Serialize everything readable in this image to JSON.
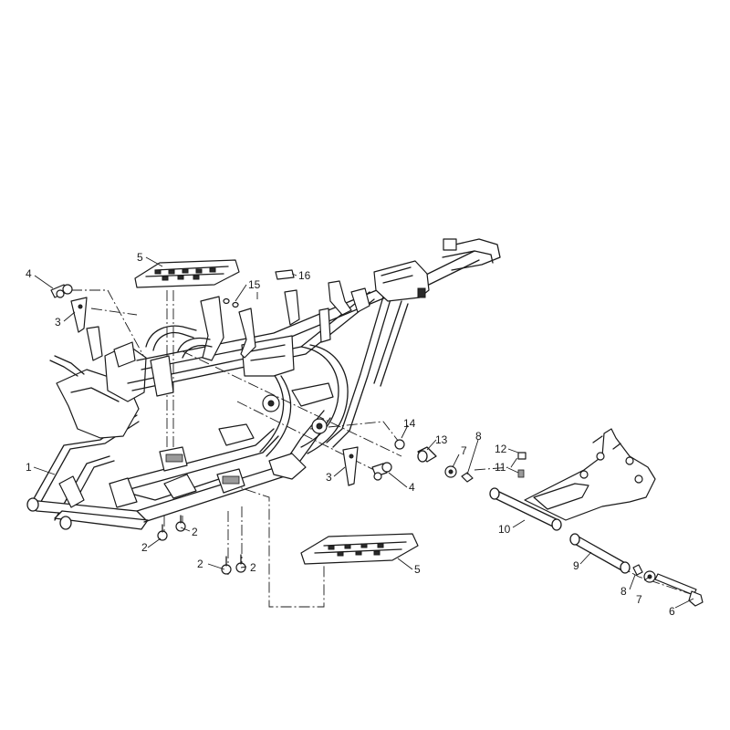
{
  "callouts": [
    {
      "id": "c1",
      "label": "1"
    },
    {
      "id": "c2a",
      "label": "2"
    },
    {
      "id": "c2b",
      "label": "2"
    },
    {
      "id": "c2c",
      "label": "2"
    },
    {
      "id": "c2d",
      "label": "2"
    },
    {
      "id": "c3a",
      "label": "3"
    },
    {
      "id": "c3b",
      "label": "3"
    },
    {
      "id": "c4a",
      "label": "4"
    },
    {
      "id": "c4b",
      "label": "4"
    },
    {
      "id": "c5a",
      "label": "5"
    },
    {
      "id": "c5b",
      "label": "5"
    },
    {
      "id": "c6",
      "label": "6"
    },
    {
      "id": "c7a",
      "label": "7"
    },
    {
      "id": "c7b",
      "label": "7"
    },
    {
      "id": "c8a",
      "label": "8"
    },
    {
      "id": "c8b",
      "label": "8"
    },
    {
      "id": "c9",
      "label": "9"
    },
    {
      "id": "c10",
      "label": "10"
    },
    {
      "id": "c11",
      "label": "11"
    },
    {
      "id": "c12",
      "label": "12"
    },
    {
      "id": "c13",
      "label": "13"
    },
    {
      "id": "c14",
      "label": "14"
    },
    {
      "id": "c15",
      "label": "15"
    },
    {
      "id": "c16",
      "label": "16"
    }
  ],
  "colors": {
    "line": "#1a1a1a",
    "background": "#ffffff"
  }
}
